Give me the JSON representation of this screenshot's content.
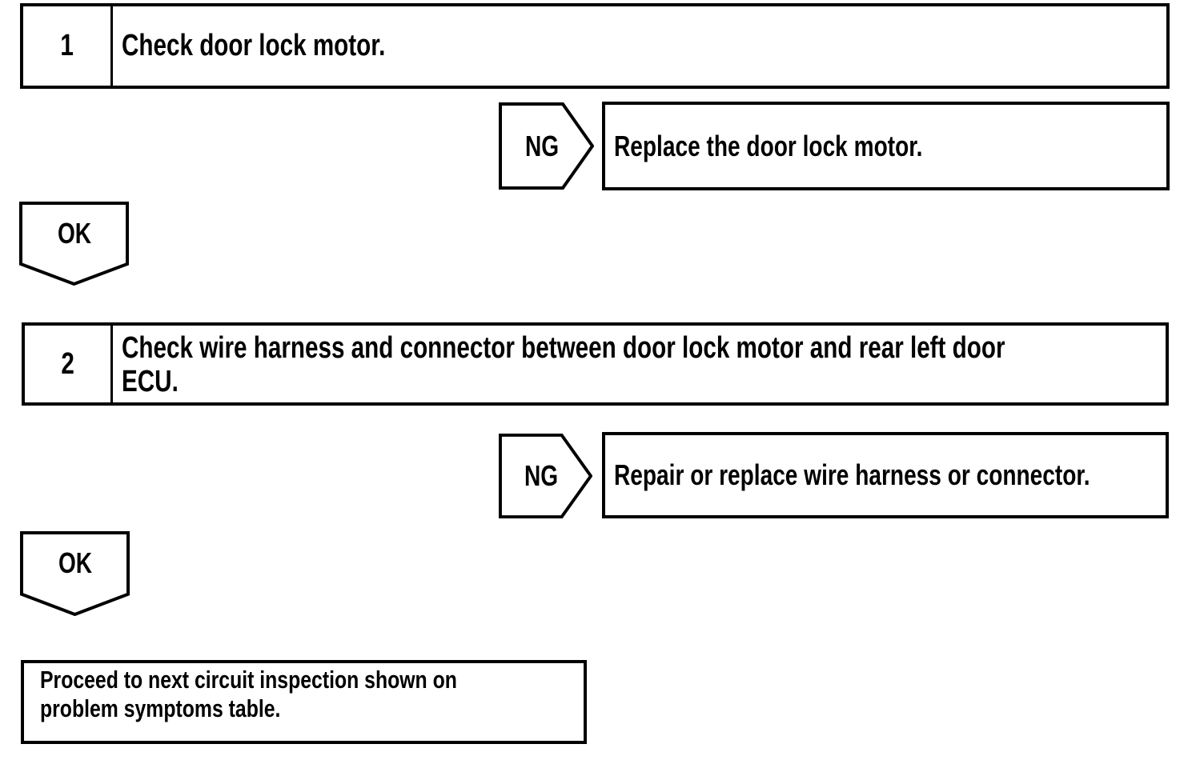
{
  "colors": {
    "ink": "#000000",
    "paper": "#ffffff"
  },
  "flowchart": {
    "step1": {
      "number": "1",
      "instruction": "Check door lock motor."
    },
    "branch1": {
      "label": "NG",
      "action": "Replace the door lock motor."
    },
    "ok1": {
      "label": "OK"
    },
    "step2": {
      "number": "2",
      "instruction_line1": "Check wire harness and connector between door lock motor and rear left door",
      "instruction_line2": "ECU."
    },
    "branch2": {
      "label": "NG",
      "action": "Repair or replace wire harness or connector."
    },
    "ok2": {
      "label": "OK"
    },
    "final": {
      "line1": "Proceed to next circuit inspection shown on",
      "line2": "problem symptoms table."
    }
  }
}
